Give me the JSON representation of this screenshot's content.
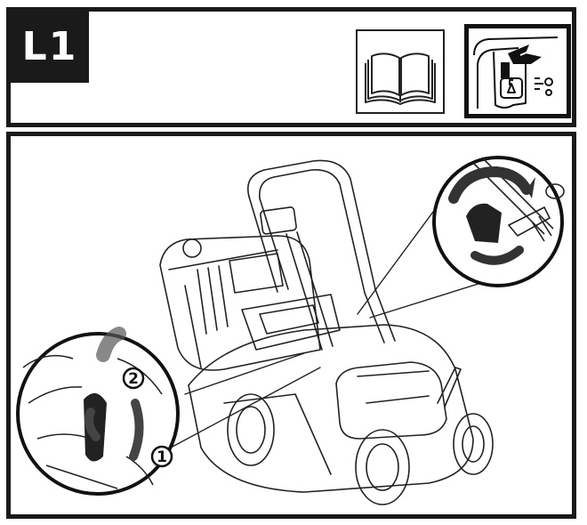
{
  "step": {
    "label": "L1"
  },
  "icons": {
    "manual": "open-book-icon",
    "detail": "battery-compartment-detail-icon"
  },
  "callouts": {
    "first": "1",
    "second": "2"
  }
}
